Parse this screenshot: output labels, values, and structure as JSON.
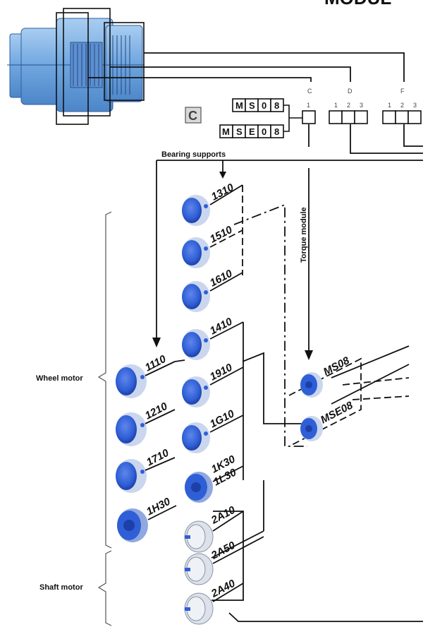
{
  "header": {
    "title_fragment": "MODUL"
  },
  "option_c": {
    "letter": "C",
    "codes": [
      [
        "M",
        "S",
        "0",
        "8"
      ],
      [
        "M",
        "S",
        "E",
        "0",
        "8"
      ]
    ]
  },
  "columns": {
    "c": {
      "letter": "C",
      "positions": [
        "1"
      ]
    },
    "d": {
      "letter": "D",
      "positions": [
        "1",
        "2",
        "3"
      ]
    },
    "f": {
      "letter": "F",
      "positions": [
        "1",
        "2",
        "3"
      ]
    }
  },
  "labels": {
    "bearing_supports": "Bearing supports",
    "torque_module": "Torque module",
    "wheel_motor": "Wheel motor",
    "shaft_motor": "Shaft motor"
  },
  "bearing_codes_right": [
    "1310",
    "1510",
    "1610",
    "1410",
    "1910",
    "1G10",
    "1K30",
    "1L30",
    "2A10",
    "2A50",
    "2A40"
  ],
  "bearing_codes_left": [
    "1110",
    "1210",
    "1710",
    "1H30"
  ],
  "torque_codes": [
    "MS08",
    "MSE08"
  ],
  "colors": {
    "motor_blue": "#2f5fd6",
    "motor_light": "#c9d6ee",
    "housing_blue": "#7fb2e6",
    "line": "#111111"
  }
}
